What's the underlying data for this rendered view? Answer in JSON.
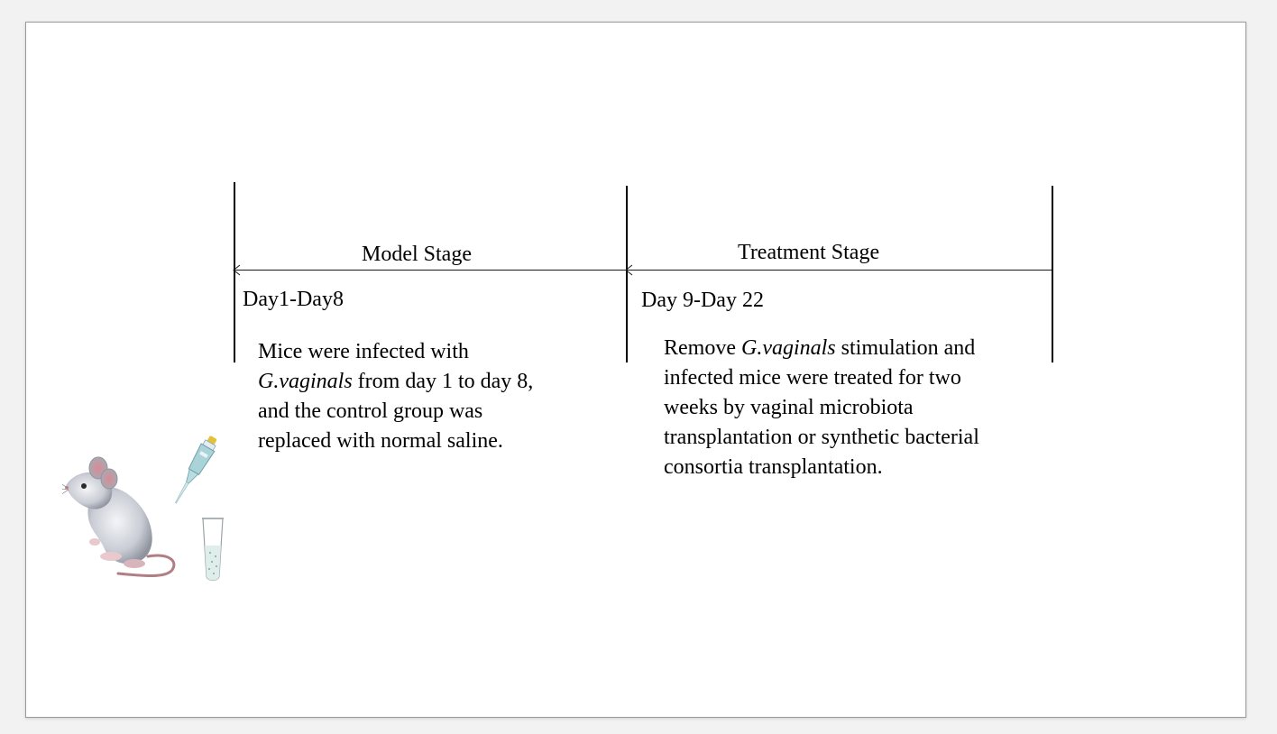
{
  "timeline": {
    "model_stage": {
      "label": "Model Stage",
      "days": "Day1-Day8",
      "description": {
        "line1": "Mice were infected with",
        "line2_italic": "G.vaginals",
        "line2_rest": " from day 1 to day 8,",
        "line3": "and the control group was",
        "line4": "replaced with normal saline."
      }
    },
    "treatment_stage": {
      "label": "Treatment  Stage",
      "days": "Day 9-Day 22",
      "description": {
        "line1_pre": "Remove ",
        "line1_italic": "G.vaginals",
        "line1_post": " stimulation and",
        "line2": "infected mice were treated for two",
        "line3": "weeks by vaginal  microbiota",
        "line4": "transplantation or synthetic bacterial",
        "line5": "consortia transplantation."
      }
    }
  },
  "illustrations": {
    "mouse": "mouse-icon",
    "pipette": "pipette-icon",
    "tube": "test-tube-icon"
  }
}
